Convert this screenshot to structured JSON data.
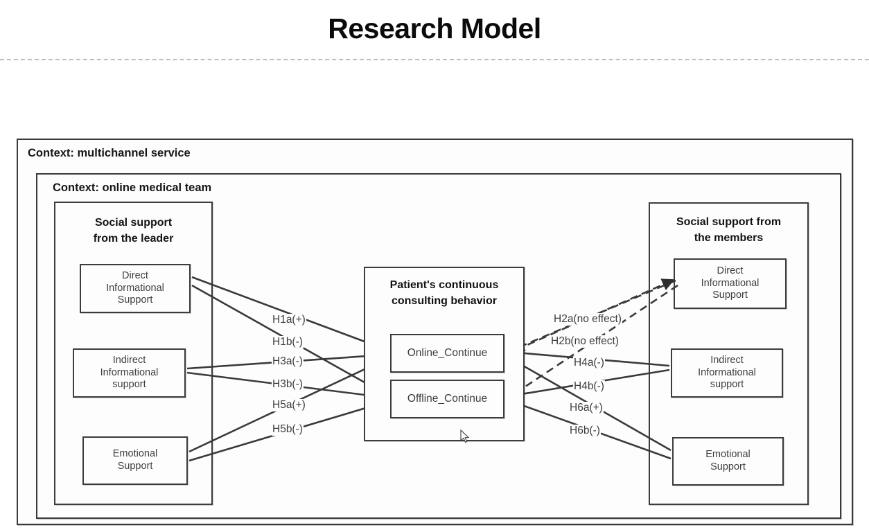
{
  "page": {
    "title": "Research Model"
  },
  "frames": {
    "outer_label": "Context: multichannel service",
    "inner_label": "Context: online medical team"
  },
  "panels": {
    "left": {
      "title": "Social support\nfrom the leader",
      "title_line1": "Social support",
      "title_line2": "from the leader",
      "nodes": [
        {
          "id": "leader-direct-informational-support",
          "label": "Direct\nInformational\nSupport"
        },
        {
          "id": "leader-indirect-informational-support",
          "label": "Indirect\nInformational\nsupport"
        },
        {
          "id": "leader-emotional-support",
          "label": "Emotional\nSupport"
        }
      ]
    },
    "right": {
      "title_line1": "Social support from",
      "title_line2": "the members",
      "nodes": [
        {
          "id": "members-direct-informational-support",
          "label": "Direct\nInformational\nSupport"
        },
        {
          "id": "members-indirect-informational-support",
          "label": "Indirect\nInformational\nsupport"
        },
        {
          "id": "members-emotional-support",
          "label": "Emotional\nSupport"
        }
      ]
    }
  },
  "center": {
    "title_line1": "Patient's continuous",
    "title_line2": "consulting behavior",
    "outcomes": [
      {
        "id": "online-continue",
        "label": "Online_Continue"
      },
      {
        "id": "offline-continue",
        "label": "Offline_Continue"
      }
    ]
  },
  "hypotheses": {
    "left": [
      {
        "id": "H1a",
        "label": "H1a(+)",
        "from": "leader-direct-informational-support",
        "to": "online-continue",
        "sign": "+",
        "style": "solid"
      },
      {
        "id": "H1b",
        "label": "H1b(-)",
        "from": "leader-direct-informational-support",
        "to": "offline-continue",
        "sign": "-",
        "style": "solid"
      },
      {
        "id": "H3a",
        "label": "H3a(-)",
        "from": "leader-indirect-informational-support",
        "to": "online-continue",
        "sign": "-",
        "style": "solid"
      },
      {
        "id": "H3b",
        "label": "H3b(-)",
        "from": "leader-indirect-informational-support",
        "to": "offline-continue",
        "sign": "-",
        "style": "solid"
      },
      {
        "id": "H5a",
        "label": "H5a(+)",
        "from": "leader-emotional-support",
        "to": "online-continue",
        "sign": "+",
        "style": "solid"
      },
      {
        "id": "H5b",
        "label": "H5b(-)",
        "from": "leader-emotional-support",
        "to": "offline-continue",
        "sign": "-",
        "style": "solid"
      }
    ],
    "right": [
      {
        "id": "H2a",
        "label": "H2a(no effect)",
        "from": "members-direct-informational-support",
        "to": "online-continue",
        "sign": "no effect",
        "style": "dashed"
      },
      {
        "id": "H2b",
        "label": "H2b(no effect)",
        "from": "members-direct-informational-support",
        "to": "offline-continue",
        "sign": "no effect",
        "style": "dashed"
      },
      {
        "id": "H4a",
        "label": "H4a(-)",
        "from": "members-indirect-informational-support",
        "to": "online-continue",
        "sign": "-",
        "style": "solid"
      },
      {
        "id": "H4b",
        "label": "H4b(-)",
        "from": "members-indirect-informational-support",
        "to": "offline-continue",
        "sign": "-",
        "style": "solid"
      },
      {
        "id": "H6a",
        "label": "H6a(+)",
        "from": "members-emotional-support",
        "to": "online-continue",
        "sign": "+",
        "style": "solid"
      },
      {
        "id": "H6b",
        "label": "H6b(-)",
        "from": "members-emotional-support",
        "to": "offline-continue",
        "sign": "-",
        "style": "solid"
      }
    ]
  },
  "colors": {
    "stroke": "#3c3c3c",
    "text": "#3e3e3e",
    "heading": "#131313",
    "background": "#ffffff",
    "rule": "#bcbcbc"
  }
}
